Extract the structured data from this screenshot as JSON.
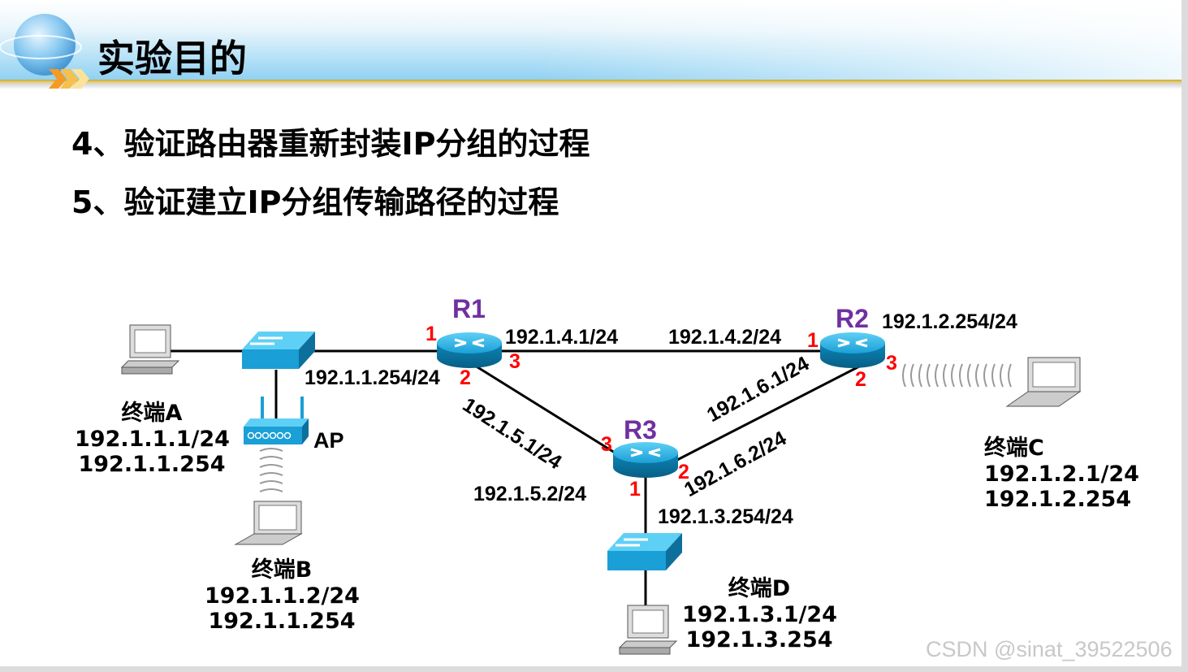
{
  "slide": {
    "title": "实验目的",
    "objectives": [
      "4、验证路由器重新封装IP分组的过程",
      "5、验证建立IP分组传输路径的过程"
    ]
  },
  "diagram": {
    "routers": {
      "r1": {
        "name": "R1",
        "ports": {
          "p1": "1",
          "p2": "2",
          "p3": "3"
        }
      },
      "r2": {
        "name": "R2",
        "ports": {
          "p1": "1",
          "p2": "2",
          "p3": "3"
        }
      },
      "r3": {
        "name": "R3",
        "ports": {
          "p1": "1",
          "p2": "2",
          "p3": "3"
        }
      }
    },
    "addresses": {
      "r1_p1": "192.1.1.254/24",
      "r1_p3": "192.1.4.1/24",
      "r2_p1": "192.1.4.2/24",
      "r2_p3": "192.1.2.254/24",
      "r1_p2": "192.1.5.1/24",
      "r3_p3": "192.1.5.2/24",
      "r2_p2": "192.1.6.1/24",
      "r3_p2": "192.1.6.2/24",
      "r3_p1": "192.1.3.254/24"
    },
    "ap_label": "AP",
    "terminals": {
      "a": {
        "name": "终端A",
        "ip": "192.1.1.1/24",
        "gateway": "192.1.1.254"
      },
      "b": {
        "name": "终端B",
        "ip": "192.1.1.2/24",
        "gateway": "192.1.1.254"
      },
      "c": {
        "name": "终端C",
        "ip": "192.1.2.1/24",
        "gateway": "192.1.2.254"
      },
      "d": {
        "name": "终端D",
        "ip": "192.1.3.1/24",
        "gateway": "192.1.3.254"
      }
    },
    "colors": {
      "router_name": "#7030a0",
      "port": "#ff0000",
      "device": "#1aa3d9"
    }
  },
  "watermark": "CSDN @sinat_39522506"
}
